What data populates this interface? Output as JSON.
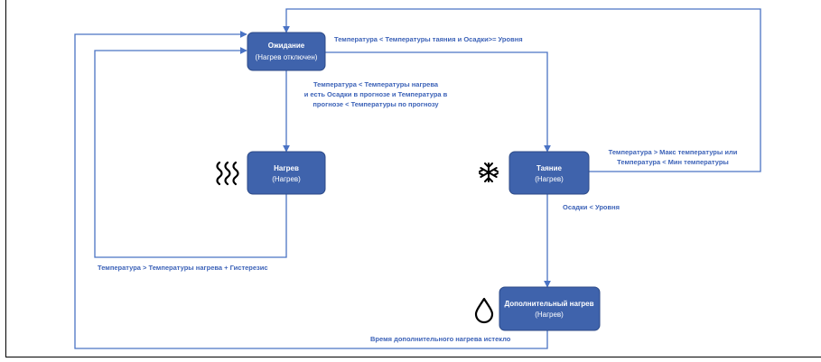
{
  "colors": {
    "state_fill": "#3f63ac",
    "state_stroke": "#2c4a87",
    "edge": "#4a73c4",
    "label": "#3d63b8",
    "icon": "#000000"
  },
  "states": {
    "waiting": {
      "title": "Ожидание",
      "subtitle": "(Нагрев отключен)"
    },
    "heating": {
      "title": "Нагрев",
      "subtitle": "(Нагрев)",
      "icon": "heat-waves-icon"
    },
    "thawing": {
      "title": "Таяние",
      "subtitle": "(Нагрев)",
      "icon": "snowflake-icon"
    },
    "extra_heating": {
      "title": "Дополнительный нагрев",
      "subtitle": "(Нагрев)",
      "icon": "droplet-icon"
    }
  },
  "transitions": {
    "waiting_to_thawing": "Температура < Температуры таяния и Осадки>= Уровня",
    "waiting_to_heating": [
      "Температура < Температуры нагрева",
      "и есть Осадки в прогнозе и Температура в",
      "прогнозе < Температуры по прогнозу"
    ],
    "thawing_to_waiting": [
      "Температура > Макс температуры или",
      "Температура < Мин температуры"
    ],
    "heating_to_waiting": "Температура > Температуры нагрева + Гистерезис",
    "thawing_to_extra": "Осадки < Уровня",
    "extra_to_waiting": "Время дополнительного нагрева истекло"
  }
}
